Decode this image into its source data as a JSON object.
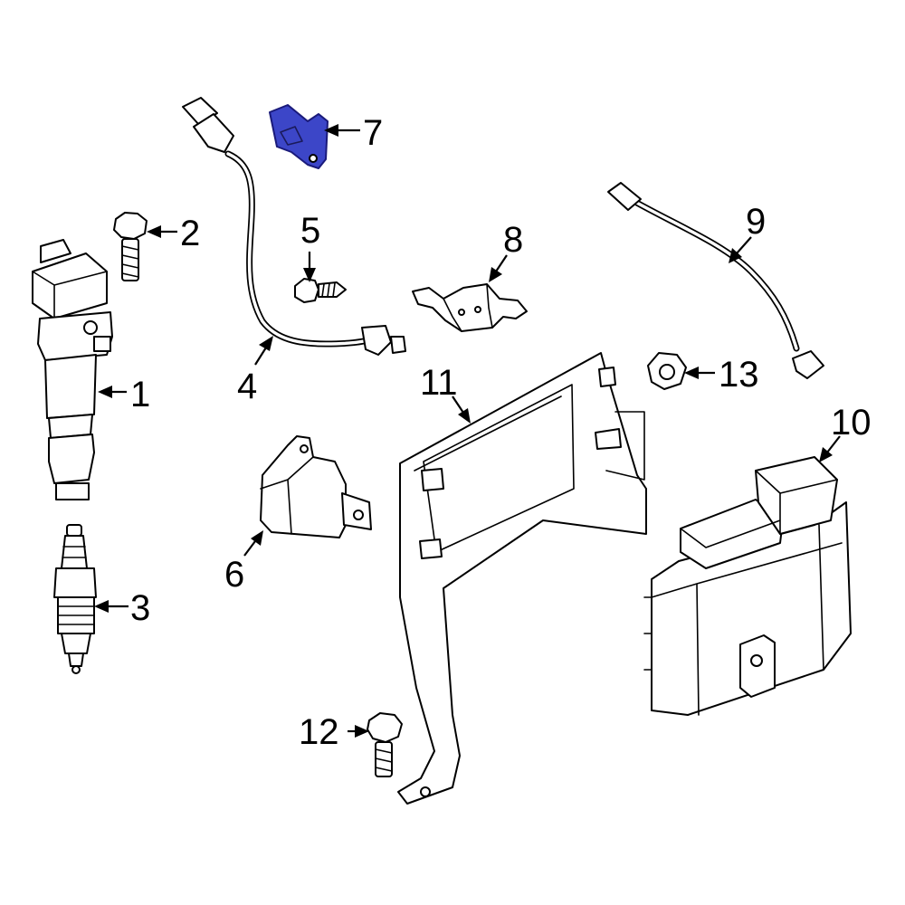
{
  "diagram": {
    "highlight_color": "#3c46c8",
    "line_color": "#000000",
    "background": "#ffffff",
    "callouts": [
      {
        "id": "1",
        "label": "1",
        "part": "ignition-coil"
      },
      {
        "id": "2",
        "label": "2",
        "part": "coil-bolt"
      },
      {
        "id": "3",
        "label": "3",
        "part": "spark-plug"
      },
      {
        "id": "4",
        "label": "4",
        "part": "sensor-harness"
      },
      {
        "id": "5",
        "label": "5",
        "part": "harness-bolt"
      },
      {
        "id": "6",
        "label": "6",
        "part": "cover-bracket"
      },
      {
        "id": "7",
        "label": "7",
        "part": "sensor-bracket",
        "highlighted": true
      },
      {
        "id": "8",
        "label": "8",
        "part": "harness-bracket"
      },
      {
        "id": "9",
        "label": "9",
        "part": "harness-lead"
      },
      {
        "id": "10",
        "label": "10",
        "part": "engine-control-module"
      },
      {
        "id": "11",
        "label": "11",
        "part": "ecm-mounting-bracket"
      },
      {
        "id": "12",
        "label": "12",
        "part": "bracket-bolt"
      },
      {
        "id": "13",
        "label": "13",
        "part": "bracket-nut"
      }
    ]
  }
}
